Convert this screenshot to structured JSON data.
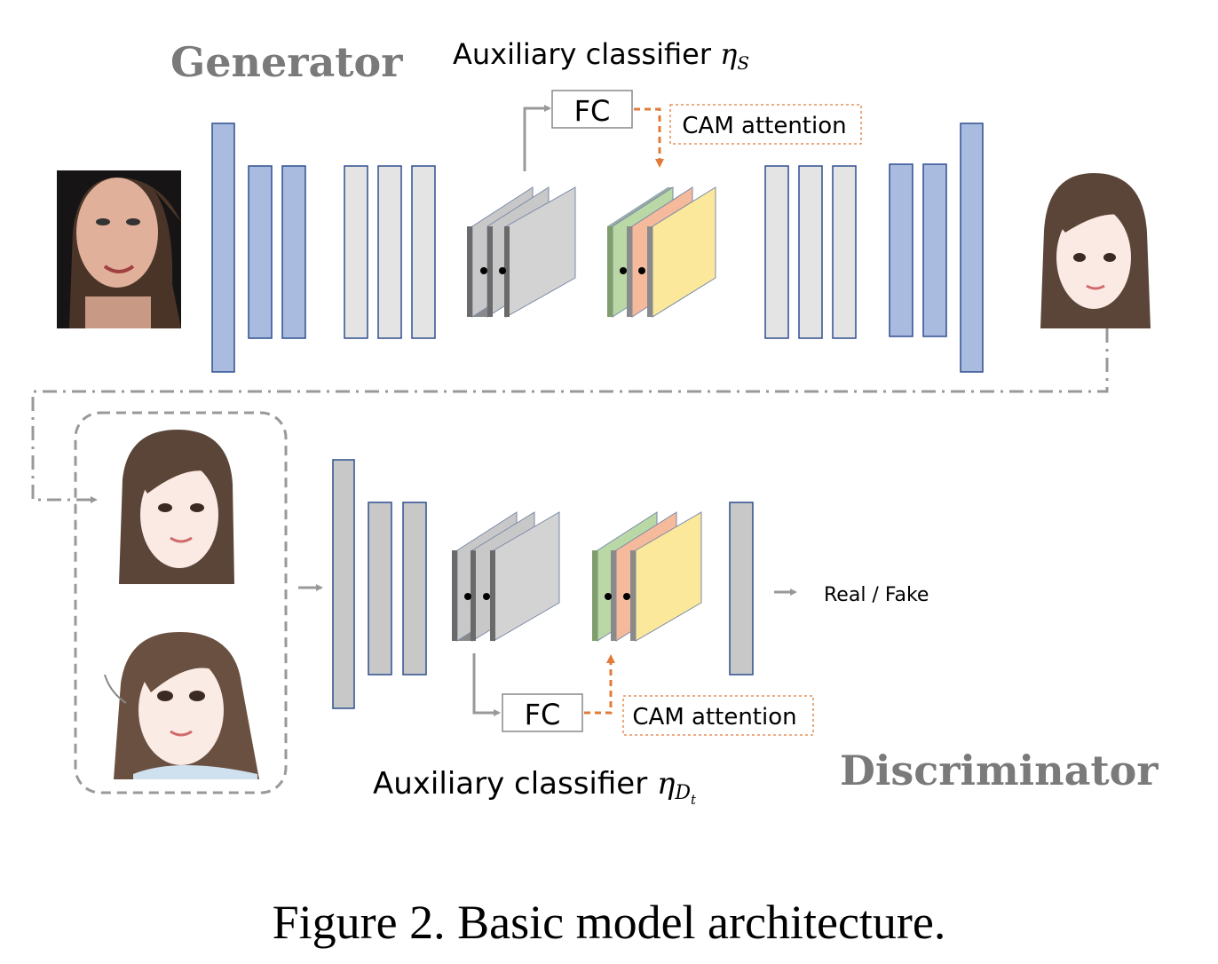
{
  "generator": {
    "title": "Generator",
    "aux_label": "Auxiliary classifier",
    "aux_symbol": "η",
    "aux_sub": "S",
    "fc_label": "FC",
    "cam_label": "CAM attention"
  },
  "discriminator": {
    "title": "Discriminator",
    "aux_label": "Auxiliary classifier",
    "aux_symbol": "η",
    "aux_sub": "D",
    "aux_subsub": "t",
    "fc_label": "FC",
    "cam_label": "CAM attention",
    "output_label": "Real / Fake"
  },
  "caption": "Figure 2. Basic model architecture.",
  "colors": {
    "encoder_blue": "#aabbe0",
    "layer_gray": "#e4e4e4",
    "attention_orange": "#e07b39",
    "map_green": "#b9d8a6",
    "map_salmon": "#f5b99b",
    "map_yellow": "#fbe89b"
  }
}
